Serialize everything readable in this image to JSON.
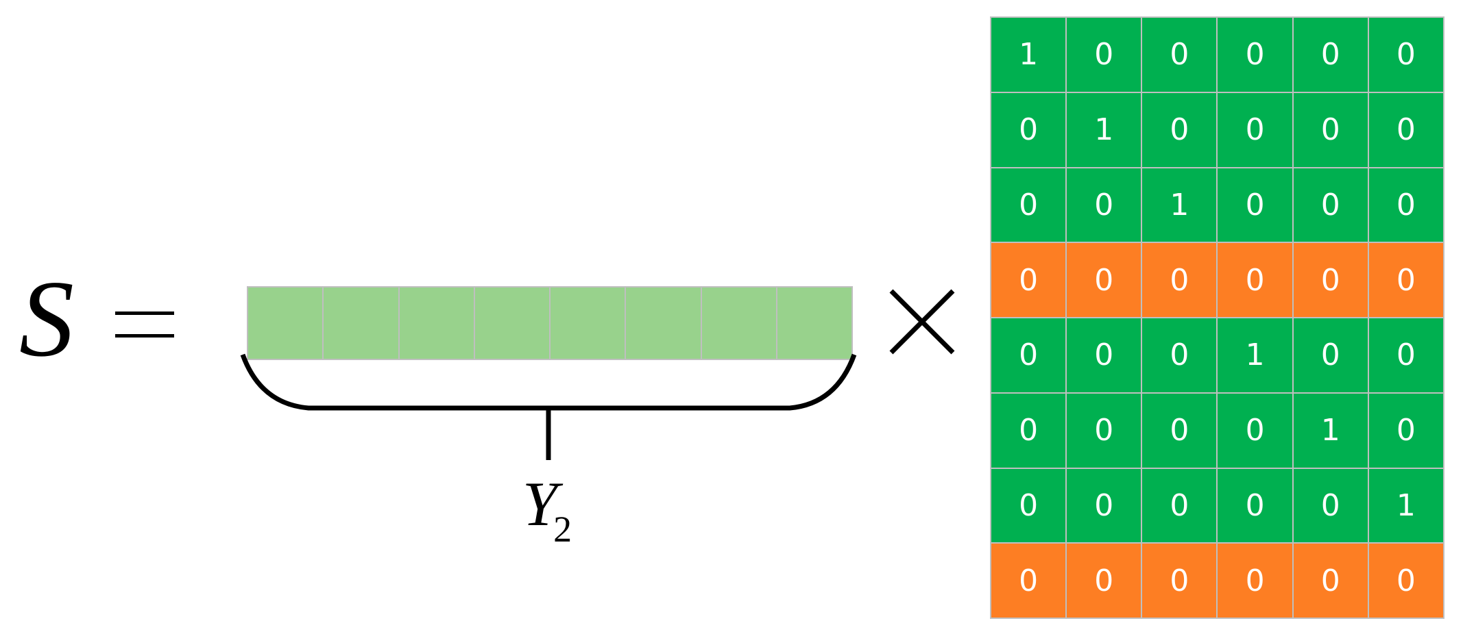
{
  "equation": {
    "lhs_symbol": "S",
    "operator_times": "×"
  },
  "vector": {
    "cell_count": 8,
    "cell_color": "#98d28c",
    "border_color": "#bfbfbf"
  },
  "brace_label": {
    "main": "Y",
    "subscript": "2"
  },
  "matrix": {
    "colors": {
      "green": "#00b050",
      "orange": "#fd7e23",
      "text": "#ffffff",
      "grid": "#bfbfbf"
    },
    "rows": [
      {
        "color": "green",
        "cells": [
          "1",
          "0",
          "0",
          "0",
          "0",
          "0"
        ]
      },
      {
        "color": "green",
        "cells": [
          "0",
          "1",
          "0",
          "0",
          "0",
          "0"
        ]
      },
      {
        "color": "green",
        "cells": [
          "0",
          "0",
          "1",
          "0",
          "0",
          "0"
        ]
      },
      {
        "color": "orange",
        "cells": [
          "0",
          "0",
          "0",
          "0",
          "0",
          "0"
        ]
      },
      {
        "color": "green",
        "cells": [
          "0",
          "0",
          "0",
          "1",
          "0",
          "0"
        ]
      },
      {
        "color": "green",
        "cells": [
          "0",
          "0",
          "0",
          "0",
          "1",
          "0"
        ]
      },
      {
        "color": "green",
        "cells": [
          "0",
          "0",
          "0",
          "0",
          "0",
          "1"
        ]
      },
      {
        "color": "orange",
        "cells": [
          "0",
          "0",
          "0",
          "0",
          "0",
          "0"
        ]
      }
    ]
  }
}
